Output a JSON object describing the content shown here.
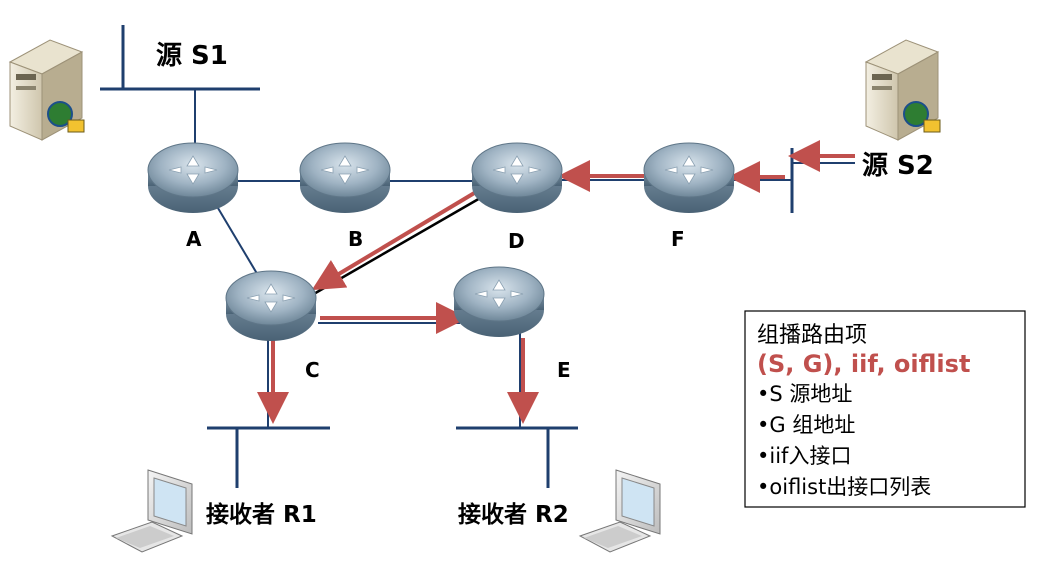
{
  "routers": {
    "A": "A",
    "B": "B",
    "C": "C",
    "D": "D",
    "E": "E",
    "F": "F"
  },
  "sources": {
    "s1": "源 S1",
    "s2": "源 S2"
  },
  "receivers": {
    "r1": "接收者 R1",
    "r2": "接收者 R2"
  },
  "legend": {
    "title": "组播路由项",
    "tuple": "(S, G), iif, oiflist",
    "items": [
      "•S 源地址",
      "•G 组地址",
      "•iif入接口",
      "•oiflist出接口列表"
    ]
  },
  "colors": {
    "link": "#1f3f6e",
    "flow": "#c0504d",
    "legend_accent": "#c0504d"
  }
}
